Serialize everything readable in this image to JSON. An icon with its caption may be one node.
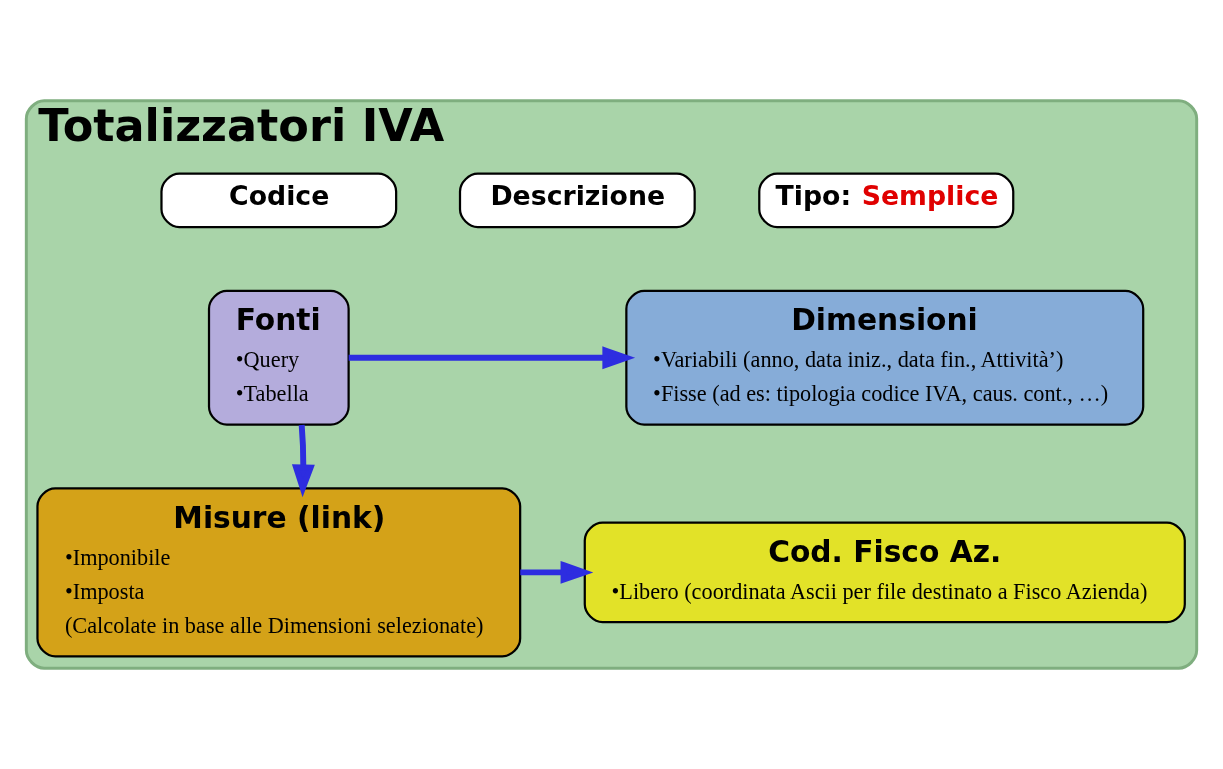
{
  "diagram": {
    "nodes": [
      {
        "text": [
          "Totalizzatori IVA"
        ]
      },
      {
        "text": [
          "Codice"
        ],
        "in": 0
      },
      {
        "text": [
          "Descrizione"
        ],
        "in": 0
      },
      {
        "text": [
          "Tipo:",
          "Semplice"
        ],
        "in": 0
      },
      {
        "text": [
          "Fonti",
          "•Query",
          "•Tabella"
        ],
        "in": 0
      },
      {
        "text": [
          "Dimensioni",
          "•Variabili (anno, data iniz., data fin., Attività’)",
          "•Fisse (ad es: tipologia codice IVA, caus. cont., …)"
        ],
        "in": 0
      },
      {
        "text": [
          "Misure (link)",
          "•Imponibile",
          "•Imposta",
          "(Calcolate in base alle Dimensioni selezionate)"
        ],
        "in": 0
      },
      {
        "text": [
          "Cod. Fisco Az.",
          "•Libero (coordinata Ascii per file destinato a Fisco Azienda)"
        ],
        "in": 0
      }
    ],
    "edges": [
      {
        "from": 4,
        "to": 5,
        "arrow": "to"
      },
      {
        "from": 4,
        "to": 6,
        "arrow": "to"
      },
      {
        "from": 6,
        "to": 7,
        "arrow": "to"
      }
    ]
  }
}
